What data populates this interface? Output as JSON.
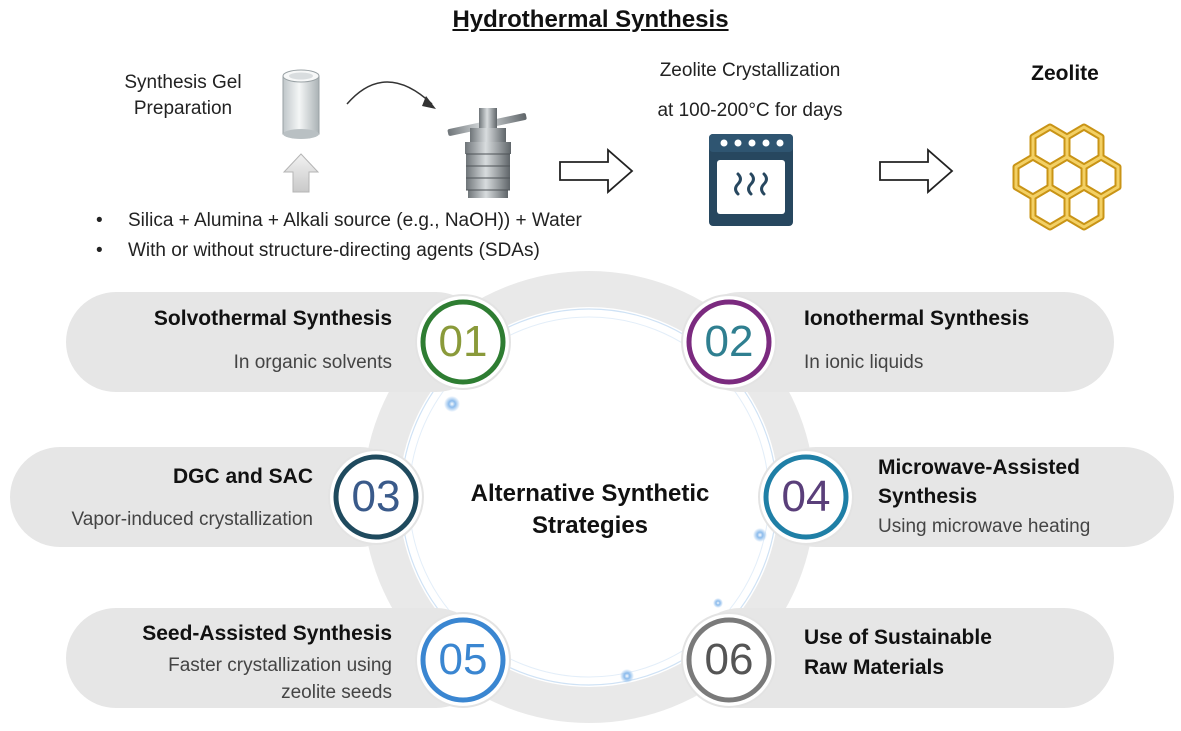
{
  "header": {
    "title": "Hydrothermal Synthesis",
    "gel_label_line1": "Synthesis Gel",
    "gel_label_line2": "Preparation",
    "crystallization_line1": "Zeolite Crystallization",
    "crystallization_line2": "at 100-200°C for days",
    "product_label": "Zeolite",
    "bullets": [
      "Silica + Alumina + Alkali source (e.g., NaOH)) + Water",
      "With or without structure-directing agents (SDAs)"
    ],
    "icons": [
      "beaker-icon",
      "autoclave-icon",
      "oven-icon",
      "zeolite-structure-icon",
      "arrow-right-icon",
      "arrow-up-icon",
      "curved-arrow-icon"
    ]
  },
  "center": {
    "line1": "Alternative Synthetic",
    "line2": "Strategies"
  },
  "strategies": [
    {
      "number": "01",
      "title": "Solvothermal Synthesis",
      "subtitle": "In organic solvents",
      "ring_color": "#2e7d32",
      "number_color": "#8a9a3a"
    },
    {
      "number": "02",
      "title": "Ionothermal Synthesis",
      "subtitle": "In ionic liquids",
      "ring_color": "#7b2a7f",
      "number_color": "#2f7f90"
    },
    {
      "number": "03",
      "title": "DGC and SAC",
      "subtitle": "Vapor-induced crystallization",
      "ring_color": "#1f4a5e",
      "number_color": "#3a5a8a"
    },
    {
      "number": "04",
      "title_line1": "Microwave-Assisted",
      "title_line2": "Synthesis",
      "subtitle": "Using microwave heating",
      "ring_color": "#1f7fa6",
      "number_color": "#5a3f7a"
    },
    {
      "number": "05",
      "title": "Seed-Assisted Synthesis",
      "subtitle_line1": "Faster crystallization using",
      "subtitle_line2": "zeolite seeds",
      "ring_color": "#3a86d1",
      "number_color": "#3a86d1"
    },
    {
      "number": "06",
      "title_line1": "Use of Sustainable",
      "title_line2": "Raw Materials",
      "ring_color": "#7a7a7a",
      "number_color": "#555555"
    }
  ],
  "colors": {
    "pill_bg": "#e6e6e6",
    "big_ring": "#e9e9e9",
    "glow": "#9cc3ea",
    "zeolite_gold": "#e8b830"
  }
}
